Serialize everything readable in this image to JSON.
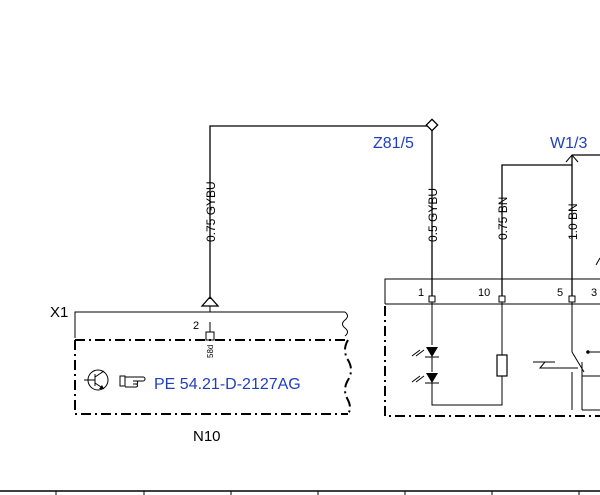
{
  "connectors": {
    "x1": "X1",
    "n10": "N10",
    "z81": "Z81/5",
    "w1": "W1/3"
  },
  "wires": {
    "left": "0.75 GYBU",
    "mid": "0.5 GYBU",
    "bn075": "0.75 BN",
    "bn10": "1.0 BN"
  },
  "pins": {
    "p2": "2",
    "p58d": "58d",
    "p1": "1",
    "p10": "10",
    "p5": "5",
    "p3": "3"
  },
  "reference": {
    "text": "PE 54.21-D-2127AG"
  },
  "icons": {
    "transistor": "transistor-symbol-icon",
    "pointing_hand": "pointing-hand-icon",
    "led": "led-symbol-icon",
    "resistor": "resistor-symbol-icon",
    "switch": "switch-symbol-icon"
  },
  "colors": {
    "reference_blue": "#1f3fbf",
    "line": "#000000"
  }
}
